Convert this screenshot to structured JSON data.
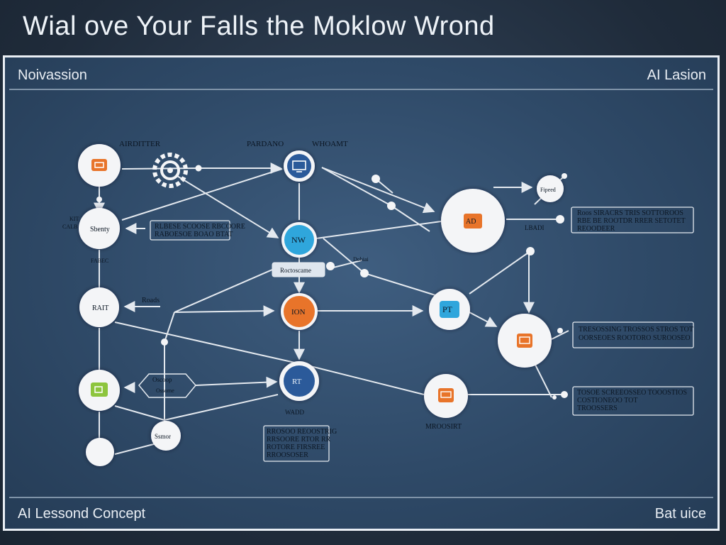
{
  "title": "Wial ove Your Falls the Moklow Wrond",
  "header": {
    "left": "Noivassion",
    "right": "AI Lasion"
  },
  "footer": {
    "left": "AI Lessond Concept",
    "right": "Bat uice"
  },
  "labels": {
    "airditter": "AIRDITTER",
    "pardano": "PARDANO",
    "whoamt": "WHOAMT",
    "sbenty": "Sbenty",
    "kit": "KIT",
    "calb": "CALB",
    "fabec": "FABEC",
    "rait": "RAIT",
    "roads": "Roads",
    "nw": "NW",
    "mid_box": "Roctoscame",
    "center_ion": "ION",
    "pt": "PT",
    "rt": "RT",
    "wadd": "WADD",
    "fipeed": "Fipeed",
    "lbadi": "LBADI",
    "oscoop": "Oscoop",
    "ossome": "Ossome",
    "mroosirt": "MROOSIRT",
    "ad": "AD",
    "dobiai": "Dobiai",
    "ssmor": "Ssmor"
  },
  "text_boxes": {
    "left_box": [
      "RLBESE SCOOSE RBCOORE",
      "RABOESOE BOAO BTAT"
    ],
    "right_top": [
      "Roos SIRACRS TRIS SOTTOROOS",
      "RBE BE ROOTDR RRER SETOTET",
      "REOODEER"
    ],
    "right_mid": [
      "TRESOSSING TROSSOS STROS TOT",
      "OORSEOES ROOTORO SUROOSEO"
    ],
    "right_bot": [
      "TOSOE SCREEOSSEO TOOOSTIOS",
      "COSTIONEOO TOT",
      "TROOSSERS"
    ],
    "center_bot": [
      "RROSOO REOOSTRIG",
      "RRSOORE RTOR RR",
      "ROTORE FIRSREE",
      "RROOSOSER"
    ]
  },
  "colors": {
    "orange": "#e8742a",
    "blue": "#2fa6dc",
    "green": "#8dc53e",
    "navy": "#2b5a9a",
    "node_white": "#f4f5f7",
    "line": "#e4e9ef"
  },
  "icons": [
    "gear-icon",
    "monitor-icon",
    "chat-icon"
  ]
}
